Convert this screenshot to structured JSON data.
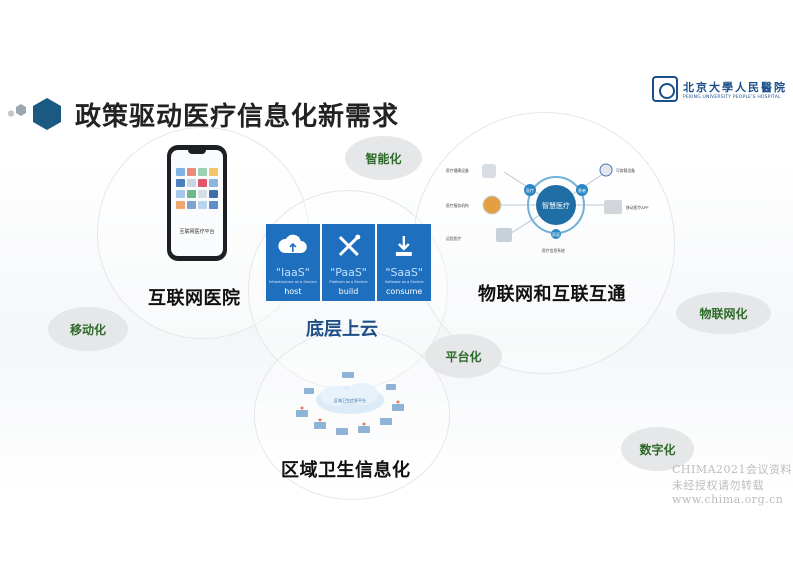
{
  "header": {
    "title": "政策驱动医疗信息化新需求"
  },
  "logo": {
    "cn": "北京大學人民醫院",
    "en": "PEKING UNIVERSITY PEOPLE'S HOSPITAL"
  },
  "sections": {
    "internet_hospital": {
      "label": "互联网医院",
      "phone_screen_text": "互联网医疗平台"
    },
    "iot": {
      "label": "物联网和互联互通",
      "hub_text": "智慧医疗",
      "nodes": [
        "医疗",
        "患者",
        "家庭"
      ],
      "devices": [
        "医疗健康设备",
        "医疗服务机构",
        "远程医疗",
        "可穿戴设备",
        "移动医疗APP",
        "医疗信息系统"
      ]
    },
    "cloud": {
      "label": "底层上云",
      "services": [
        {
          "name": "\"IaaS\"",
          "desc": "Infrastructure as a Service",
          "sub": "host",
          "icon": "cloud-upload-icon"
        },
        {
          "name": "\"PaaS\"",
          "desc": "Platform as a Service",
          "sub": "build",
          "icon": "tools-icon"
        },
        {
          "name": "\"SaaS\"",
          "desc": "Software as a Service",
          "sub": "consume",
          "icon": "download-icon"
        }
      ]
    },
    "regional": {
      "label": "区域卫生信息化",
      "center_text": "区域卫生信息平台"
    }
  },
  "bubbles": {
    "intelligent": "智能化",
    "mobile": "移动化",
    "platform": "平台化",
    "iot": "物联网化",
    "digital": "数字化"
  },
  "watermark": {
    "line1": "CHIMA2021会议资料",
    "line2": "未经授权请勿转载",
    "line3": "www.chima.org.cn"
  },
  "colors": {
    "accent": "#1a5a82",
    "cloud_blue": "#1f6fbf",
    "bubble_text": "#2e6a2a",
    "bubble_bg": "#e6e7e8"
  }
}
